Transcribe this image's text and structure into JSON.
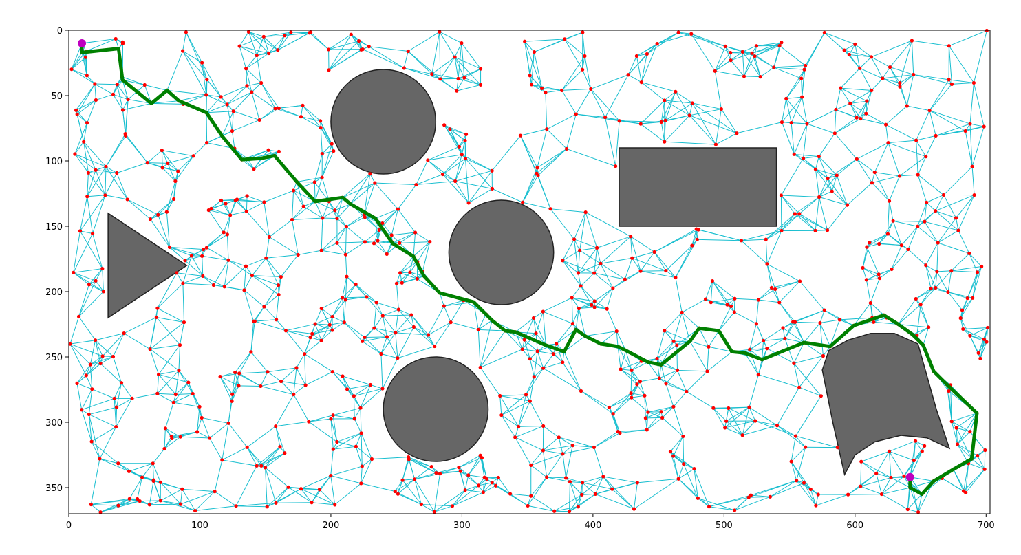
{
  "chart_data": {
    "type": "scatter",
    "title": "",
    "xlabel": "",
    "ylabel": "",
    "xlim": [
      0,
      703
    ],
    "ylim": [
      370,
      0
    ],
    "y_inverted": true,
    "grid": false,
    "x_ticks": [
      0,
      100,
      200,
      300,
      400,
      500,
      600,
      700
    ],
    "y_ticks": [
      0,
      50,
      100,
      150,
      200,
      250,
      300,
      350
    ],
    "colors": {
      "graph_edges": "#17becf",
      "nodes": "#ff0000",
      "path": "#008000",
      "endpoints": "#bf00bf",
      "obstacles": "#666666"
    },
    "obstacles": [
      {
        "shape": "circle",
        "cx": 240,
        "cy": 70,
        "r": 40
      },
      {
        "shape": "circle",
        "cx": 330,
        "cy": 170,
        "r": 40
      },
      {
        "shape": "circle",
        "cx": 280,
        "cy": 290,
        "r": 40
      },
      {
        "shape": "rect",
        "x0": 420,
        "y0": 90,
        "x1": 540,
        "y1": 150
      },
      {
        "shape": "polygon",
        "points": [
          [
            30,
            140
          ],
          [
            90,
            180
          ],
          [
            30,
            220
          ]
        ]
      },
      {
        "shape": "crescent",
        "points": [
          [
            575,
            260
          ],
          [
            580,
            245
          ],
          [
            595,
            237
          ],
          [
            612,
            232
          ],
          [
            630,
            232
          ],
          [
            648,
            240
          ],
          [
            662,
            290
          ],
          [
            672,
            320
          ],
          [
            655,
            312
          ],
          [
            635,
            310
          ],
          [
            615,
            315
          ],
          [
            600,
            325
          ],
          [
            592,
            340
          ],
          [
            583,
            300
          ]
        ]
      }
    ],
    "start": {
      "x": 10,
      "y": 10
    },
    "goal": {
      "x": 642,
      "y": 342
    },
    "path": [
      [
        10,
        10
      ],
      [
        10,
        17
      ],
      [
        38,
        14
      ],
      [
        41,
        38
      ],
      [
        63,
        56
      ],
      [
        75,
        46
      ],
      [
        84,
        54
      ],
      [
        105,
        63
      ],
      [
        117,
        81
      ],
      [
        132,
        99
      ],
      [
        147,
        98
      ],
      [
        157,
        96
      ],
      [
        174,
        116
      ],
      [
        188,
        131
      ],
      [
        209,
        128
      ],
      [
        215,
        133
      ],
      [
        234,
        144
      ],
      [
        247,
        163
      ],
      [
        263,
        173
      ],
      [
        271,
        188
      ],
      [
        283,
        201
      ],
      [
        309,
        208
      ],
      [
        323,
        222
      ],
      [
        333,
        230
      ],
      [
        341,
        231
      ],
      [
        364,
        241
      ],
      [
        378,
        246
      ],
      [
        387,
        229
      ],
      [
        394,
        234
      ],
      [
        406,
        240
      ],
      [
        419,
        242
      ],
      [
        425,
        245
      ],
      [
        442,
        254
      ],
      [
        452,
        256
      ],
      [
        474,
        238
      ],
      [
        481,
        228
      ],
      [
        496,
        230
      ],
      [
        506,
        246
      ],
      [
        516,
        247
      ],
      [
        529,
        252
      ],
      [
        561,
        239
      ],
      [
        581,
        242
      ],
      [
        599,
        226
      ],
      [
        622,
        218
      ],
      [
        633,
        225
      ],
      [
        644,
        233
      ],
      [
        652,
        241
      ],
      [
        660,
        261
      ],
      [
        670,
        271
      ],
      [
        693,
        293
      ],
      [
        689,
        328
      ],
      [
        675,
        336
      ],
      [
        660,
        345
      ],
      [
        651,
        355
      ],
      [
        642,
        350
      ],
      [
        642,
        342
      ]
    ]
  }
}
